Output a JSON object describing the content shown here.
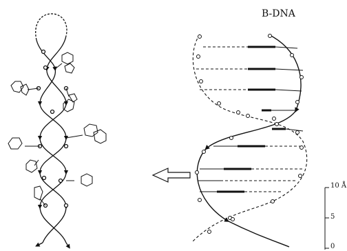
{
  "title": "B-DNA",
  "scale_bar": {
    "unit": "Å",
    "ticks": [
      {
        "value": "10",
        "label": "10 Å"
      },
      {
        "value": "5",
        "label": "5"
      },
      {
        "value": "0",
        "label": "0"
      }
    ]
  },
  "colors": {
    "ink": "#111111",
    "background": "#ffffff"
  }
}
